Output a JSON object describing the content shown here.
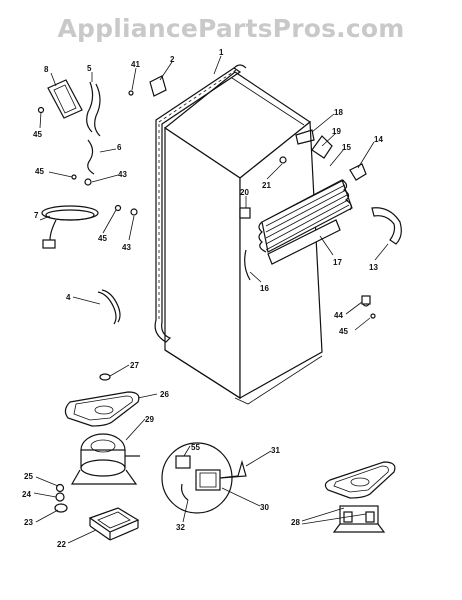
{
  "watermark": "AppliancePartsPros.com",
  "callouts": [
    {
      "id": "c1",
      "label": "1"
    },
    {
      "id": "c2",
      "label": "2"
    },
    {
      "id": "c41",
      "label": "41"
    },
    {
      "id": "c8",
      "label": "8"
    },
    {
      "id": "c5",
      "label": "5"
    },
    {
      "id": "c45a",
      "label": "45"
    },
    {
      "id": "c6",
      "label": "6"
    },
    {
      "id": "c45b",
      "label": "45"
    },
    {
      "id": "c43a",
      "label": "43"
    },
    {
      "id": "c7",
      "label": "7"
    },
    {
      "id": "c45c",
      "label": "45"
    },
    {
      "id": "c43b",
      "label": "43"
    },
    {
      "id": "c4",
      "label": "4"
    },
    {
      "id": "c18",
      "label": "18"
    },
    {
      "id": "c19",
      "label": "19"
    },
    {
      "id": "c14",
      "label": "14"
    },
    {
      "id": "c15",
      "label": "15"
    },
    {
      "id": "c21",
      "label": "21"
    },
    {
      "id": "c20",
      "label": "20"
    },
    {
      "id": "c17",
      "label": "17"
    },
    {
      "id": "c13",
      "label": "13"
    },
    {
      "id": "c16",
      "label": "16"
    },
    {
      "id": "c44",
      "label": "44"
    },
    {
      "id": "c45d",
      "label": "45"
    },
    {
      "id": "c27",
      "label": "27"
    },
    {
      "id": "c26",
      "label": "26"
    },
    {
      "id": "c29",
      "label": "29"
    },
    {
      "id": "c55",
      "label": "55"
    },
    {
      "id": "c31",
      "label": "31"
    },
    {
      "id": "c25",
      "label": "25"
    },
    {
      "id": "c24",
      "label": "24"
    },
    {
      "id": "c23",
      "label": "23"
    },
    {
      "id": "c30",
      "label": "30"
    },
    {
      "id": "c32",
      "label": "32"
    },
    {
      "id": "c22",
      "label": "22"
    },
    {
      "id": "c28",
      "label": "28"
    }
  ]
}
